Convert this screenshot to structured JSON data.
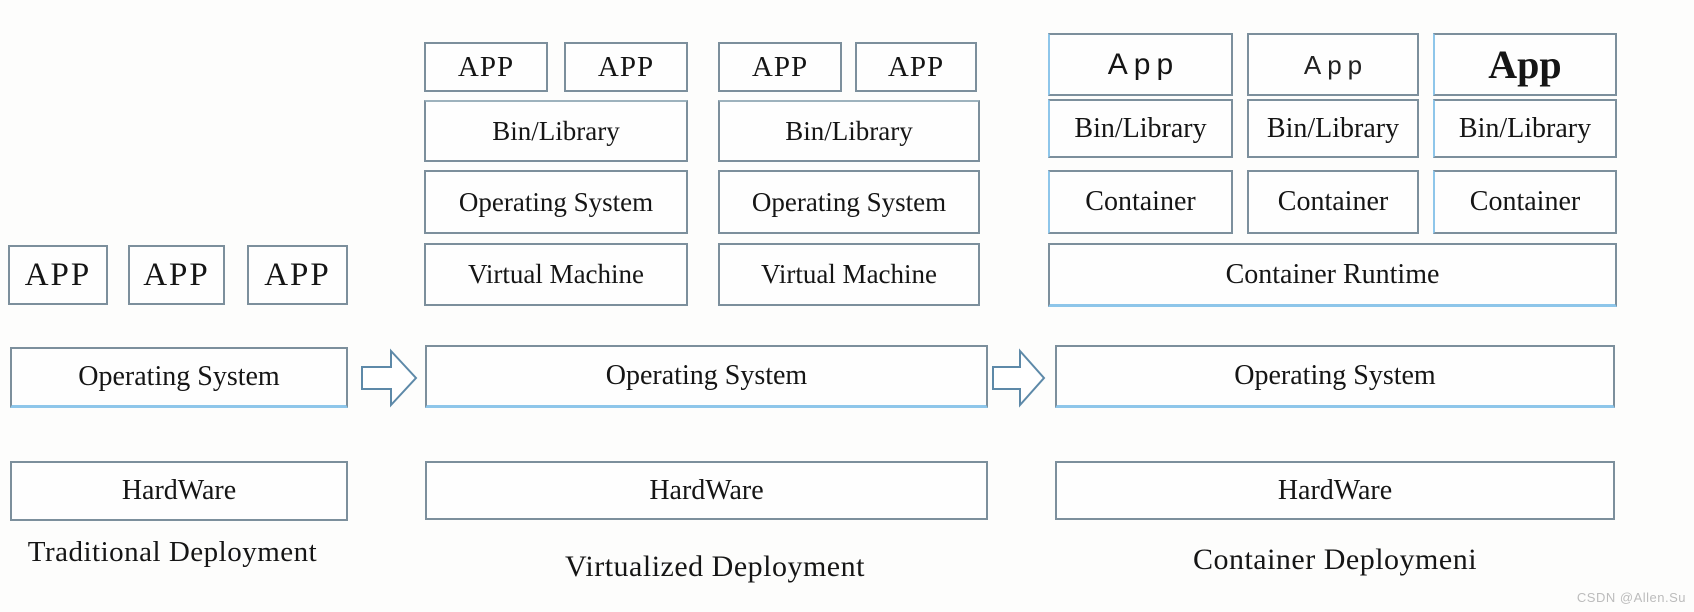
{
  "diagram": {
    "traditional": {
      "apps": [
        "APP",
        "APP",
        "APP"
      ],
      "os": "Operating System",
      "hardware": "HardWare",
      "caption": "Traditional Deployment"
    },
    "virtualized": {
      "stacks": [
        {
          "apps": [
            "APP",
            "APP"
          ],
          "bin": "Bin/Library",
          "os": "Operating System",
          "vm": "Virtual Machine"
        },
        {
          "apps": [
            "APP",
            "APP"
          ],
          "bin": "Bin/Library",
          "os": "Operating System",
          "vm": "Virtual Machine"
        }
      ],
      "os": "Operating System",
      "hardware": "HardWare",
      "caption": "Virtualized Deployment"
    },
    "container": {
      "stacks": [
        {
          "app": "App",
          "bin": "Bin/Library",
          "container": "Container"
        },
        {
          "app": "App",
          "bin": "Bin/Library",
          "container": "Container"
        },
        {
          "app": "App",
          "bin": "Bin/Library",
          "container": "Container"
        }
      ],
      "runtime": "Container Runtime",
      "os": "Operating System",
      "hardware": "HardWare",
      "caption": "Container Deploymeni"
    },
    "colors": {
      "border_gray": "#7c8f9c",
      "border_blue": "#8ec6ea",
      "text": "#151515",
      "watermark_color": "#bcbcbc"
    }
  },
  "watermark": "CSDN @Allen.Su"
}
